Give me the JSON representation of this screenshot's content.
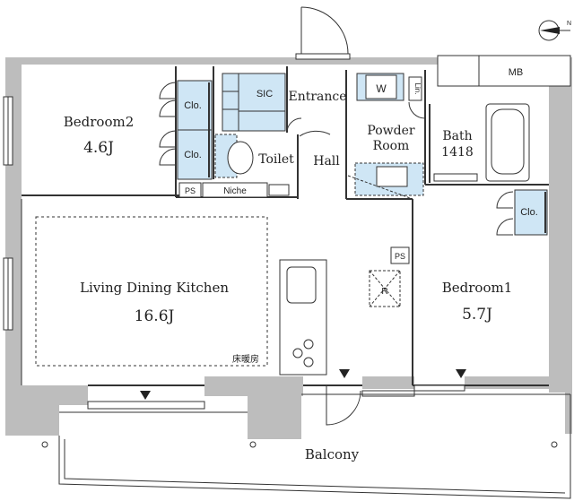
{
  "compass": {
    "letter": "N",
    "icon": "north-arrow-icon"
  },
  "rooms": {
    "bedroom2": {
      "name": "Bedroom2",
      "size": "4.6J"
    },
    "bedroom1": {
      "name": "Bedroom1",
      "size": "5.7J"
    },
    "ldk": {
      "name": "Living Dining Kitchen",
      "size": "16.6J",
      "floor_heating": "床暖房"
    },
    "entrance": "Entrance",
    "powder_room_line1": "Powder",
    "powder_room_line2": "Room",
    "bath": {
      "name": "Bath",
      "size": "1418"
    },
    "toilet": "Toilet",
    "hall": "Hall",
    "balcony": "Balcony",
    "mb": "MB",
    "sic": "SIC",
    "niche": "Niche"
  },
  "fixtures": {
    "closet": "Clo.",
    "washer": "W",
    "linen": "Lin.",
    "pipe_shaft": "PS",
    "refrigerator": "R"
  },
  "colors": {
    "storage_fill": "#cfe6f5",
    "wall_fill": "#bdbdbd",
    "line": "#333333"
  }
}
